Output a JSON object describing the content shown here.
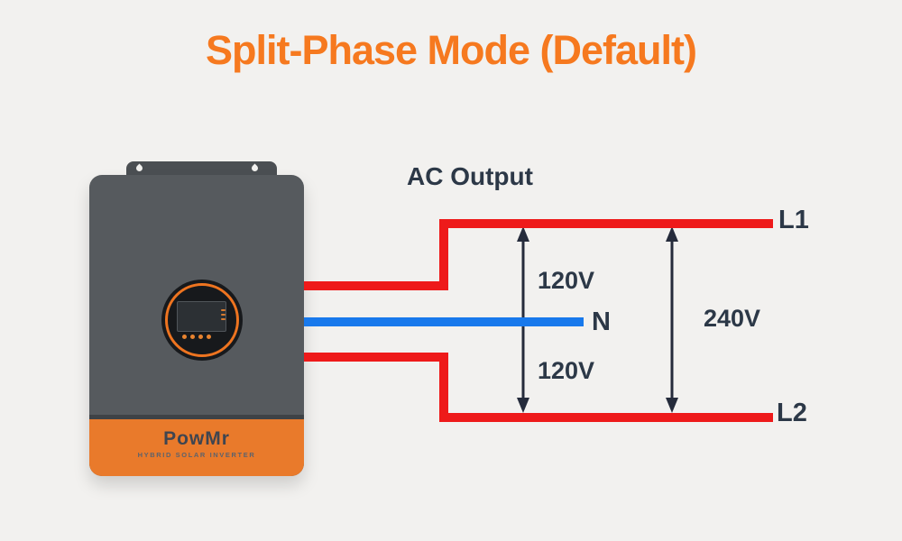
{
  "title": "Split-Phase Mode (Default)",
  "device": {
    "brand": "PowMr",
    "tagline": "HYBRID SOLAR INVERTER"
  },
  "diagram": {
    "ac_output_label": "AC Output",
    "l1_label": "L1",
    "n_label": "N",
    "l2_label": "L2",
    "voltage_l1_n": "120V",
    "voltage_n_l2": "120V",
    "voltage_l1_l2": "240V"
  },
  "colors": {
    "background": "#f2f1ef",
    "title_orange": "#f6791f",
    "line_red": "#ee1a1a",
    "neutral_blue": "#1879ec",
    "label_navy": "#2c3847",
    "arrow_dark": "#252b3b",
    "device_body_gray": "#565a5e",
    "device_accent_orange": "#e97a2b",
    "display_ring_orange": "#ee7420"
  }
}
